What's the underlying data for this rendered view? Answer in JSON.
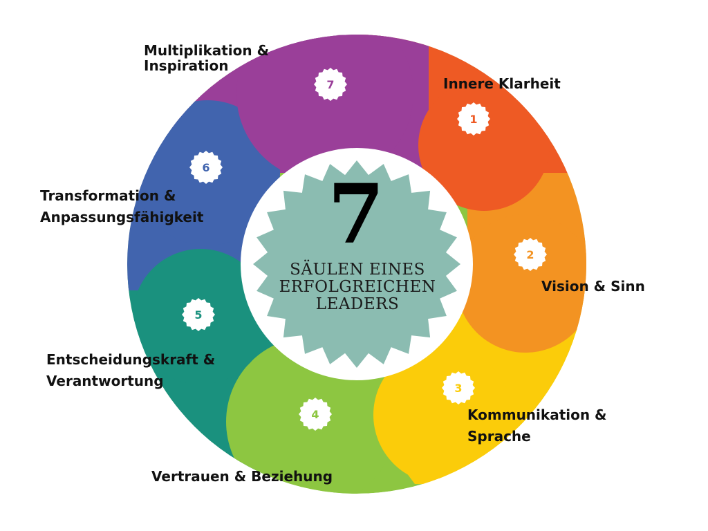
{
  "center": {
    "number": "7",
    "title_lines": [
      "SÄULEN EINES",
      "ERFOLGREICHEN",
      "LEADERS"
    ],
    "badge_color": "#8bbcb1"
  },
  "pillars": [
    {
      "number": "1",
      "label_lines": [
        "Innere Klarheit"
      ],
      "color": "#ee5a24"
    },
    {
      "number": "2",
      "label_lines": [
        "Vision & Sinn"
      ],
      "color": "#f39322"
    },
    {
      "number": "3",
      "label_lines": [
        "Kommunikation &",
        "Sprache"
      ],
      "color": "#fbcc0a"
    },
    {
      "number": "4",
      "label_lines": [
        "Vertrauen & Beziehung"
      ],
      "color": "#8dc641"
    },
    {
      "number": "5",
      "label_lines": [
        "Entscheidungskraft &",
        "Verantwortung"
      ],
      "color": "#1a917e"
    },
    {
      "number": "6",
      "label_lines": [
        "Transformation &",
        "Anpassungsfähigkeit"
      ],
      "color": "#4164ae"
    },
    {
      "number": "7",
      "label_lines": [
        "Multiplikation &",
        "Inspiration"
      ],
      "color": "#9a3f99"
    }
  ]
}
